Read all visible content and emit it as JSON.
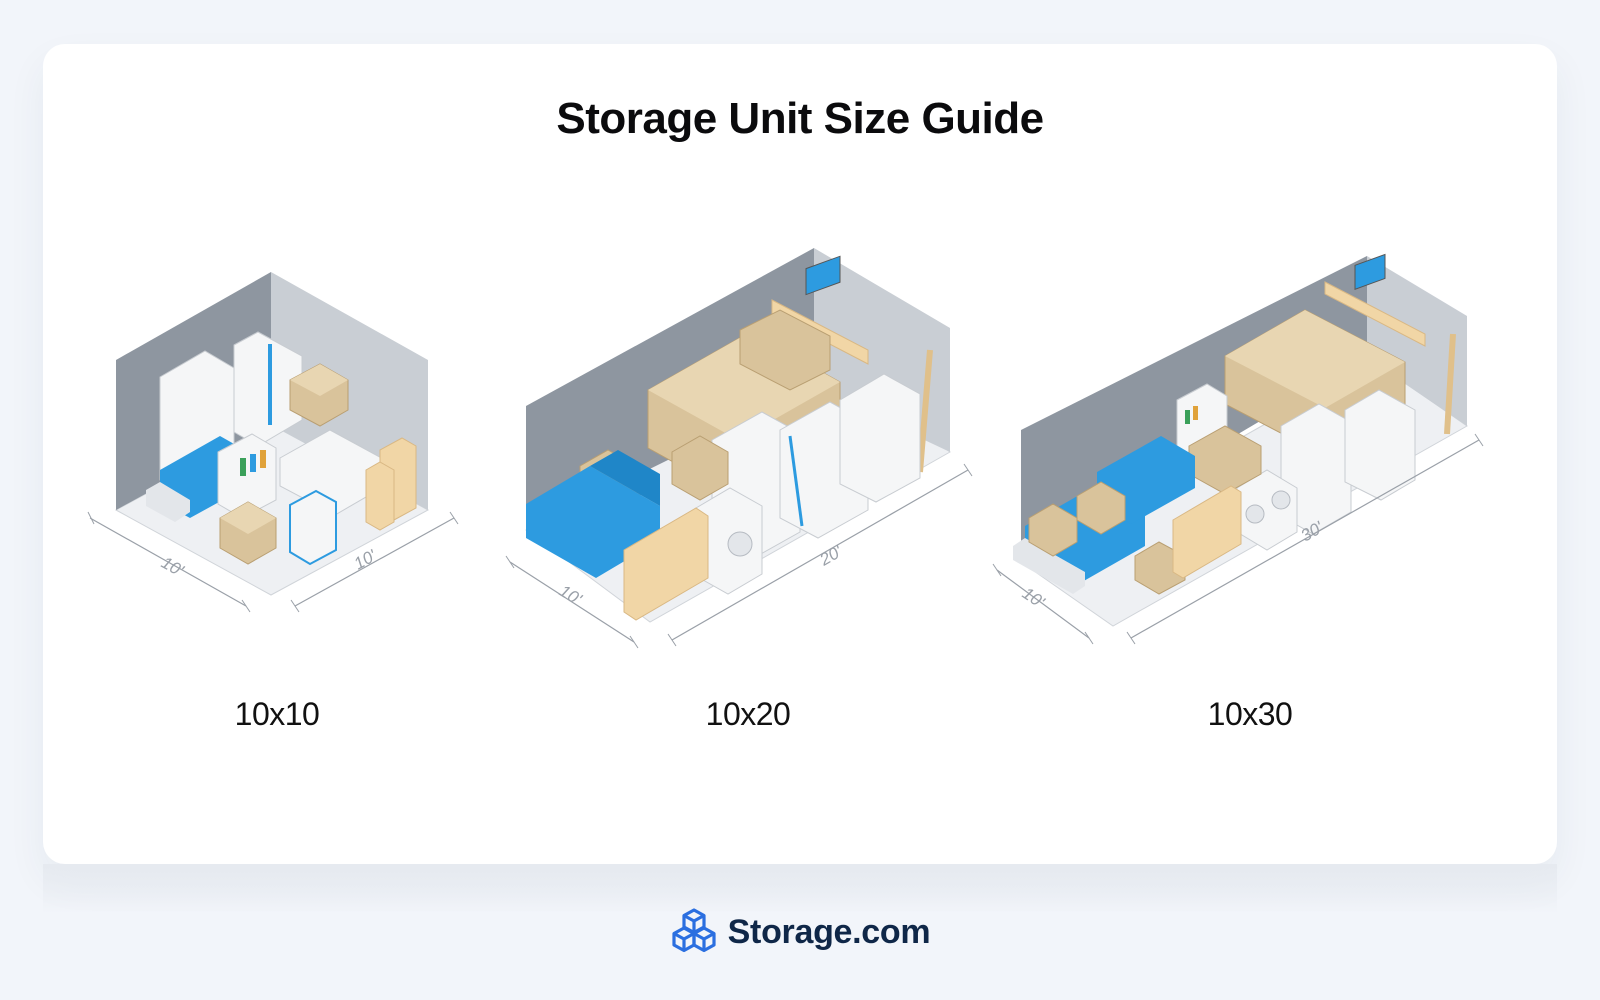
{
  "title": "Storage Unit Size Guide",
  "units": [
    {
      "label": "10x10",
      "width_label": "10'",
      "length_label": "10'"
    },
    {
      "label": "10x20",
      "width_label": "10'",
      "length_label": "20'"
    },
    {
      "label": "10x30",
      "width_label": "10'",
      "length_label": "30'"
    }
  ],
  "brand": {
    "name": "Storage.com",
    "icon": "stacked-cubes-icon",
    "color": "#2b6fe0"
  },
  "colors": {
    "wall_dark": "#8e96a0",
    "wall_light": "#c9ced4",
    "floor": "#eef0f3",
    "box": "#d9c39b",
    "sofa": "#2d9be0",
    "wood": "#f1d6a6",
    "appliance": "#f5f6f7"
  }
}
